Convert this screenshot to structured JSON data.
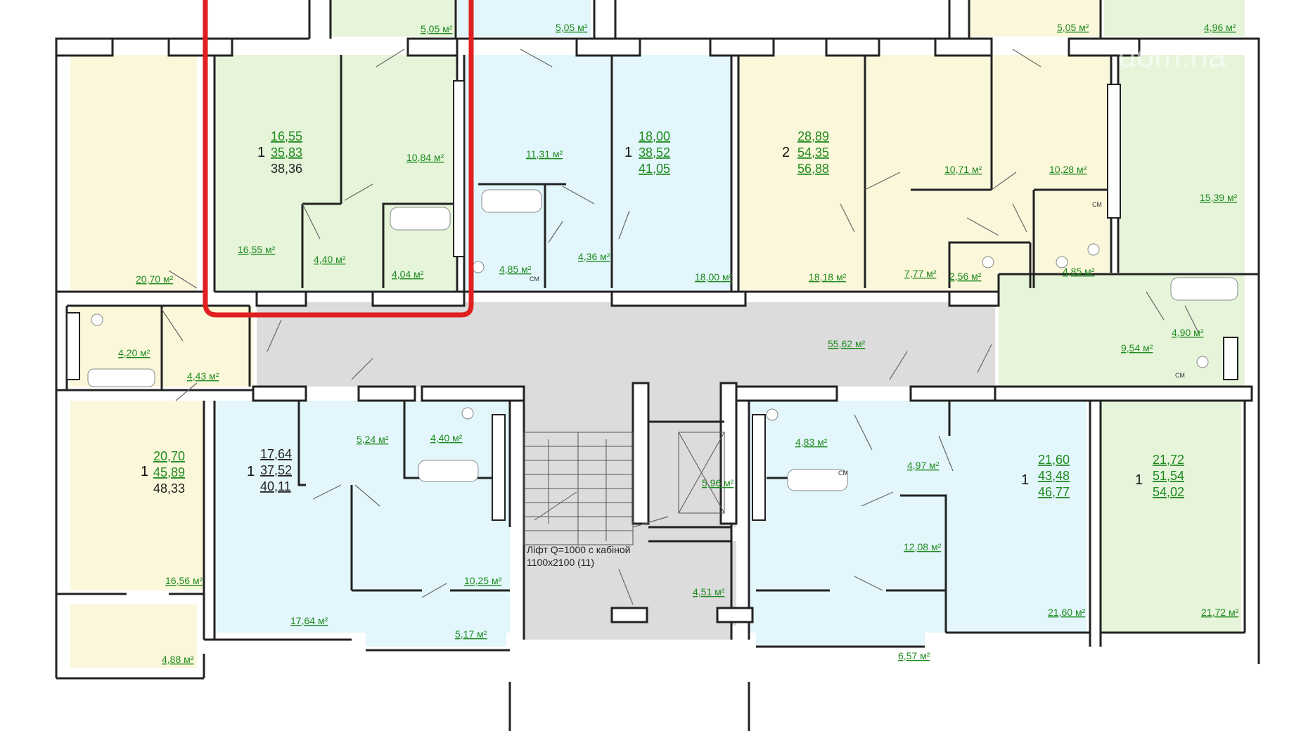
{
  "apartments": [
    {
      "rooms": "1",
      "l1": "16,55",
      "l2": "35,83",
      "l3": "38,36"
    },
    {
      "rooms": "1",
      "l1": "18,00",
      "l2": "38,52",
      "l3": "41,05"
    },
    {
      "rooms": "2",
      "l1": "28,89",
      "l2": "54,35",
      "l3": "56,88"
    },
    {
      "rooms": "1",
      "l1": "20,70",
      "l2": "45,89",
      "l3": "48,33"
    },
    {
      "rooms": "1",
      "l1": "17,64",
      "l2": "37,52",
      "l3": "40,11"
    },
    {
      "rooms": "1",
      "l1": "21,60",
      "l2": "43,48",
      "l3": "46,77"
    },
    {
      "rooms": "1",
      "l1": "21,72",
      "l2": "51,54",
      "l3": "54,02"
    }
  ],
  "areas": {
    "a01": "5,05",
    "a02": "5,05",
    "a03": "5,05",
    "a04": "4,96",
    "a05": "10,84",
    "a06": "11,31",
    "a07": "10,71",
    "a08": "10,28",
    "a09": "15,39",
    "a10": "16,55",
    "a11": "4,40",
    "a12": "4,04",
    "a13": "4,85",
    "a14": "4,36",
    "a15": "18,00",
    "a16": "18,18",
    "a17": "7,77",
    "a18": "2,56",
    "a19": "4,85",
    "a20": "20,70",
    "a21": "4,20",
    "a22": "4,43",
    "a23": "55,62",
    "a24": "9,54",
    "a25": "4,90",
    "a26": "5,24",
    "a27": "4,40",
    "a28": "4,83",
    "a29": "4,97",
    "a30": "5,96",
    "a31": "12,08",
    "a32": "16,56",
    "a33": "10,25",
    "a34": "17,64",
    "a35": "5,17",
    "a36": "4,51",
    "a37": "21,60",
    "a38": "6,57",
    "a39": "21,72",
    "a40": "4,88"
  },
  "unit": "м²",
  "cm_label": "СМ",
  "elevator_note": {
    "line1": "Ліфт Q=1000 с кабіной",
    "line2": "1100x2100  (11)"
  },
  "watermark": "dom.ria",
  "colors": {
    "green": "#e6f4da",
    "blue": "#e2f6fb",
    "yellow": "#fbf7da",
    "hall": "#dcdcdc",
    "highlight": "#e02020"
  }
}
